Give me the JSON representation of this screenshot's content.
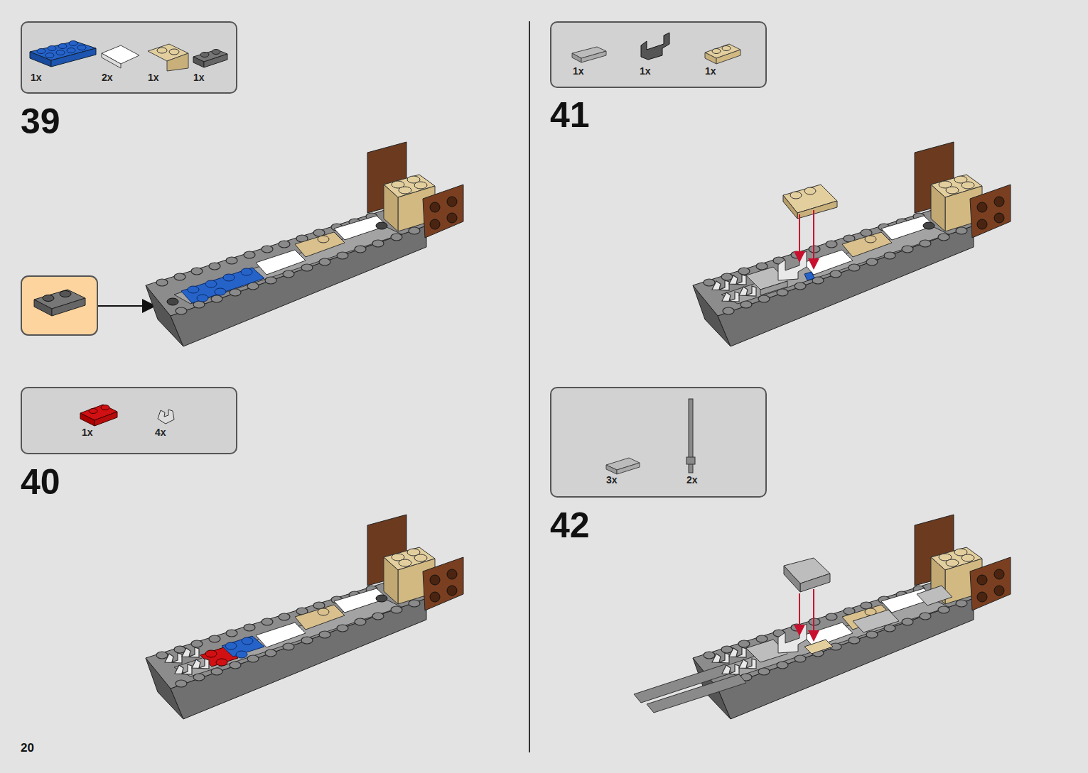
{
  "diagram": {
    "nodes": [
      {
        "text": [
          "1x",
          "2x",
          "1x",
          "1x"
        ]
      },
      {
        "text": [
          "1x",
          "4x"
        ]
      },
      {
        "text": [
          "1x",
          "1x",
          "1x"
        ]
      },
      {
        "text": [
          "3x",
          "2x"
        ]
      }
    ],
    "edges": [],
    "labels": [
      "39",
      "40",
      "41",
      "42",
      "20"
    ]
  }
}
